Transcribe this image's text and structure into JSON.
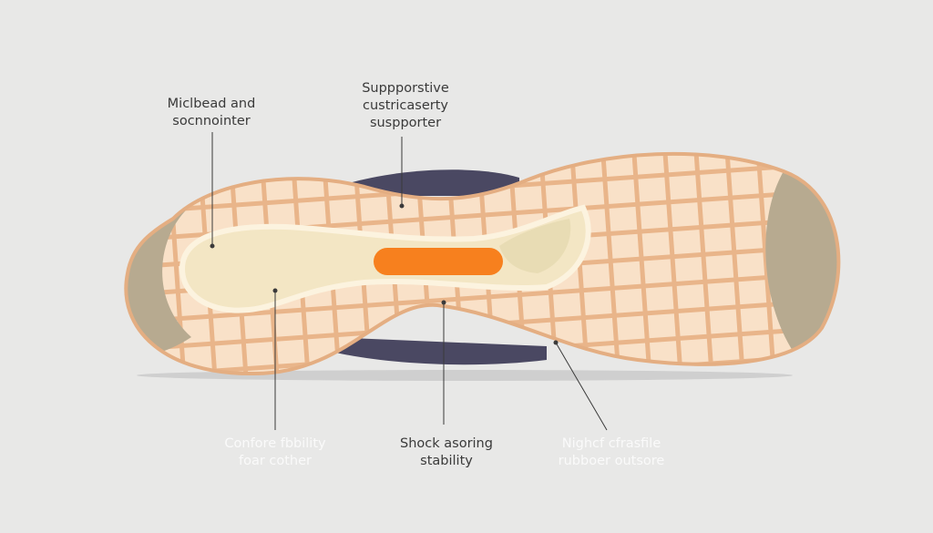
{
  "labels": {
    "midbead": {
      "line1": "Miclbead and",
      "line2": "socnnointer"
    },
    "supportive": {
      "line1": "Suppporstive",
      "line2": "custricaserty",
      "line3": "suspporter"
    },
    "comfort": {
      "line1": "Confore fbbility",
      "line2": "foar cother"
    },
    "shock": {
      "line1": "Shock asoring",
      "line2": "stability"
    },
    "rubber": {
      "line1": "Nighcf cfrasfile",
      "line2": "rubboer outsore"
    }
  },
  "colors": {
    "background": "#e8e8e7",
    "sole": "#f2c7a0",
    "tread": "#f8dfc6",
    "footbed": "#f3e6c4",
    "gel": "#f7801e",
    "upper": "#4a4862",
    "heel_rubber": "#b7aa90"
  }
}
